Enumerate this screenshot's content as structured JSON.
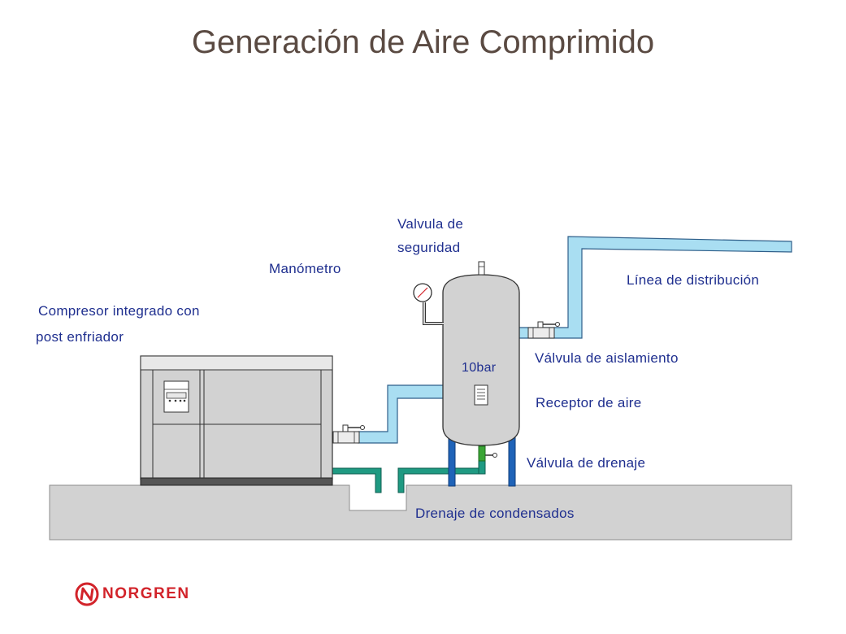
{
  "title": "Generación de Aire Comprimido",
  "labels": {
    "safety_valve": "Valvula de seguridad",
    "pressure_gauge": "Manómetro",
    "distribution_line": "Línea de distribución",
    "compressor_line1": "Compresor integrado con",
    "compressor_line2": "post enfriador",
    "isolation_valve": "Válvula de aislamiento",
    "pressure_rating": "10bar",
    "air_receiver": "Receptor de aire",
    "drain_valve": "Válvula de drenaje",
    "condensate_drain": "Drenaje de condensados"
  },
  "logo": {
    "text": "NORGREN",
    "color": "#d2232a"
  },
  "colors": {
    "title": "#5a4a42",
    "label": "#1f2f8f",
    "air_pipe": "#a9def2",
    "drain_pipe": "#1f9a82",
    "floor": "#d2d2d2",
    "tank_legs": "#1f63b8",
    "drain_valve": "#3aa536"
  }
}
